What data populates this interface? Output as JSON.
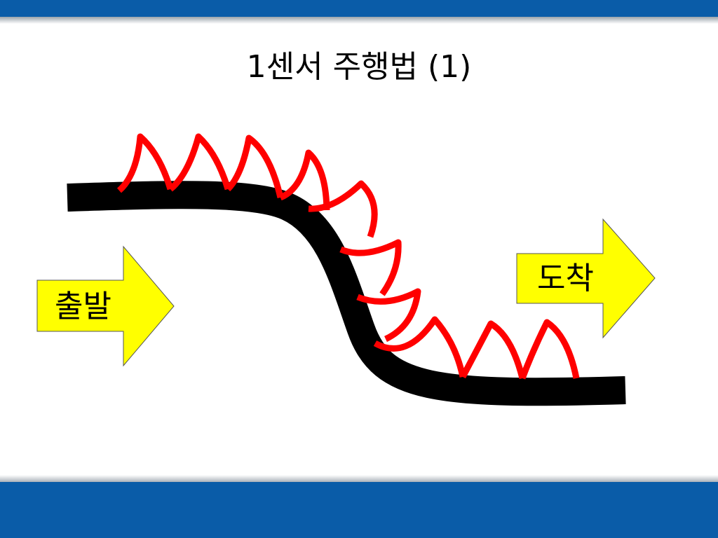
{
  "slide": {
    "title": "1센서 주행법 (1)",
    "start_arrow": {
      "label": "출발",
      "icon": "right-arrow-icon"
    },
    "goal_arrow": {
      "label": "도착",
      "icon": "right-arrow-icon"
    }
  },
  "colors": {
    "header_bar": "#0a5ca8",
    "footer_bar": "#0a5ca8",
    "track": "#000000",
    "sensor_path": "#ff0000",
    "arrow_fill": "#ffff00"
  }
}
